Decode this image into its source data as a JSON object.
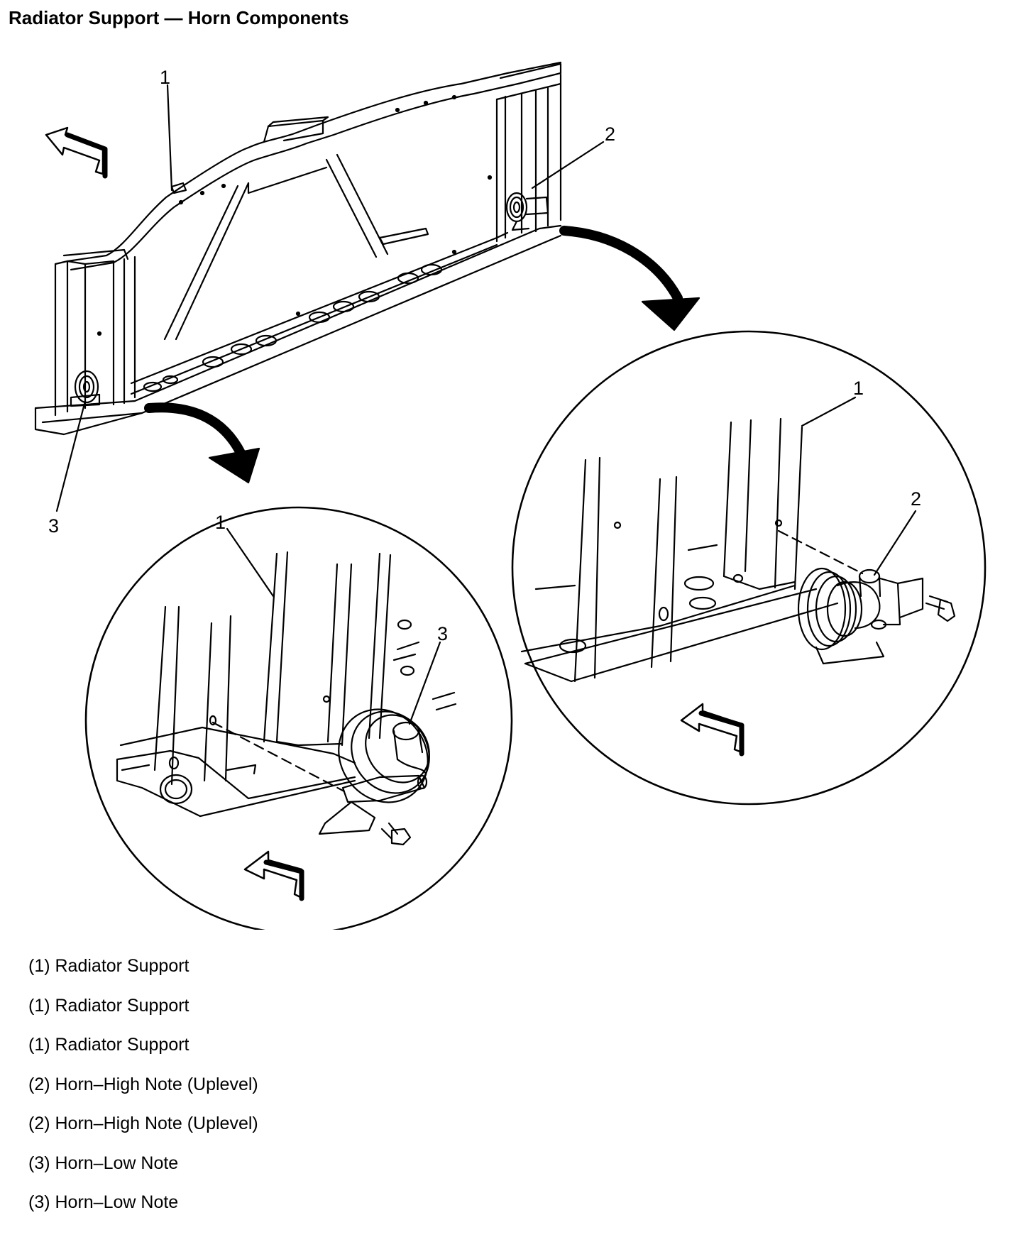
{
  "title": "Radiator Support — Horn Components",
  "callouts": {
    "main_support": "1",
    "main_high_horn": "2",
    "main_low_horn": "3",
    "right_detail_support": "1",
    "right_detail_high_horn": "2",
    "left_detail_support": "1",
    "left_detail_low_horn": "3"
  },
  "legend": [
    "(1) Radiator Support",
    "(1) Radiator Support",
    "(1) Radiator Support",
    "(2) Horn–High Note (Uplevel)",
    "(2) Horn–High Note (Uplevel)",
    "(3) Horn–Low Note",
    "(3) Horn–Low Note"
  ]
}
